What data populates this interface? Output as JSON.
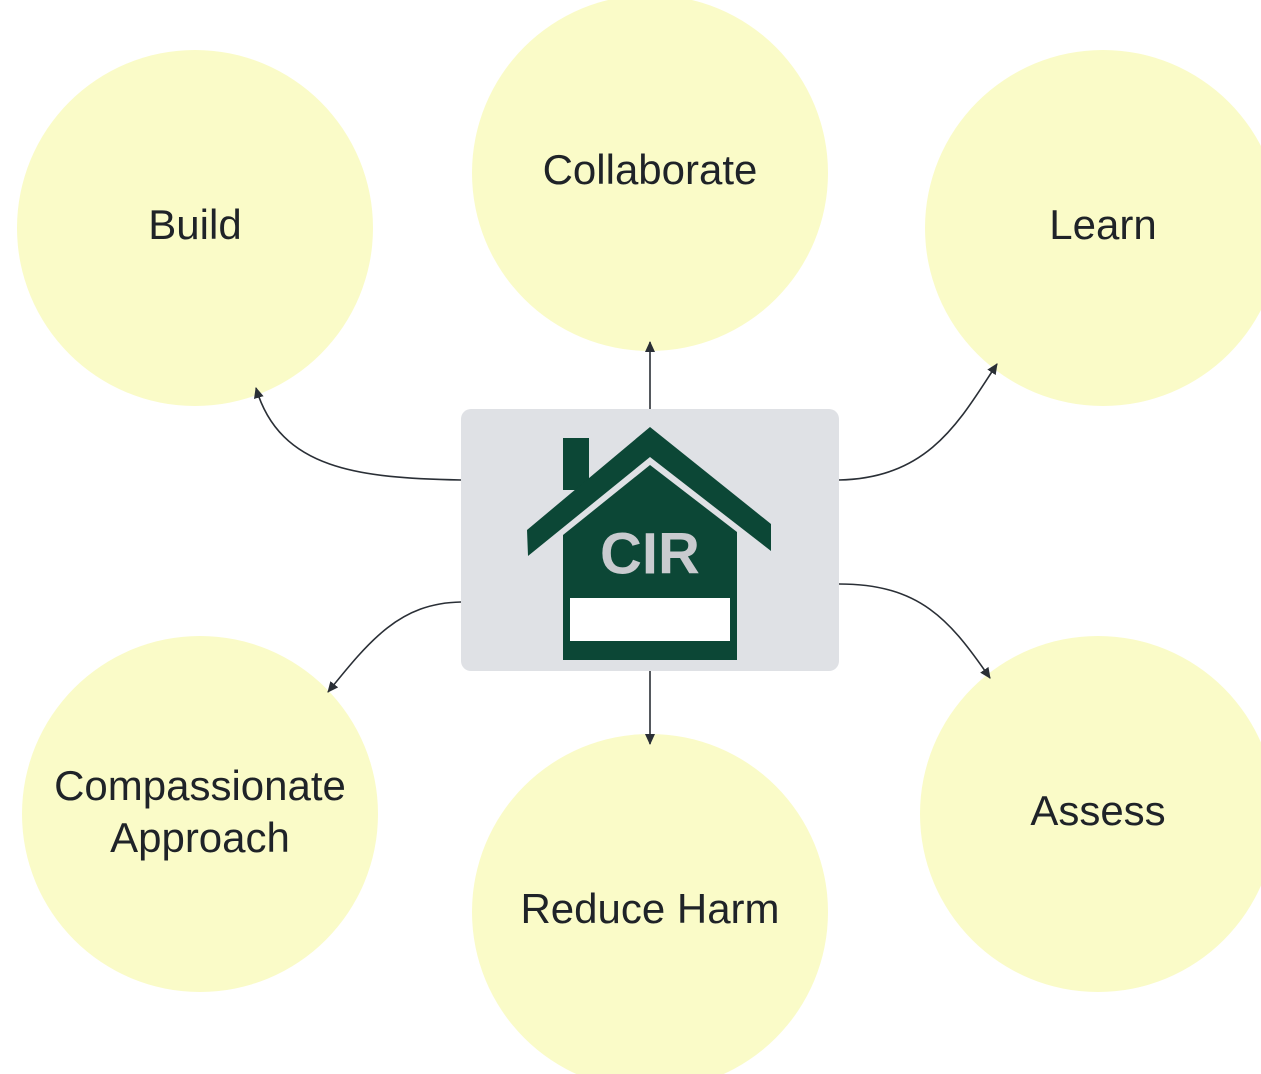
{
  "colors": {
    "node_fill": "#fafbc8",
    "center_box_fill": "#dfe1e5",
    "logo_green": "#0c4736",
    "logo_text": "#c9cbcf",
    "connector": "#2a2f36",
    "label_text": "#1f2328"
  },
  "center": {
    "logo_text": "CIR",
    "icon": "house-icon"
  },
  "nodes": {
    "build": {
      "label": "Build"
    },
    "collaborate": {
      "label": "Collaborate"
    },
    "learn": {
      "label": "Learn"
    },
    "compassionate": {
      "line1": "Compassionate",
      "line2": "Approach"
    },
    "reduce_harm": {
      "label": "Reduce Harm"
    },
    "assess": {
      "label": "Assess"
    }
  }
}
